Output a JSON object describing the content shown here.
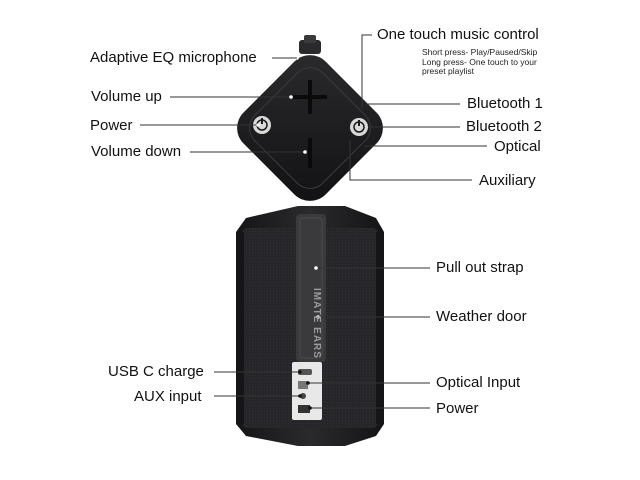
{
  "top_view": {
    "left_labels": {
      "adaptive_eq_microphone": "Adaptive EQ microphone",
      "volume_up": "Volume up",
      "power": "Power",
      "volume_down": "Volume down"
    },
    "right_labels": {
      "one_touch_music_control": "One touch music control",
      "short_press": "Short press- Play/Paused/Skip",
      "long_press_line1": "Long press- One touch to your",
      "long_press_line2": "preset playlist",
      "bluetooth_1": "Bluetooth 1",
      "bluetooth_2": "Bluetooth 2",
      "optical": "Optical",
      "auxiliary": "Auxiliary"
    }
  },
  "side_view": {
    "strap_text": "IMATE EARS",
    "right_labels": {
      "pull_out_strap": "Pull out strap",
      "weather_door": "Weather door",
      "optical_input": "Optical Input",
      "power": "Power"
    },
    "left_labels": {
      "usb_c_charge": "USB C charge",
      "aux_input": "AUX input"
    }
  },
  "colors": {
    "body": "#1c1c1e",
    "fabric": "#2a2a2c",
    "strap": "#3a3a3c",
    "port_panel": "#e8e8e8",
    "leader_line": "#333333",
    "dot": "#ffffff"
  }
}
